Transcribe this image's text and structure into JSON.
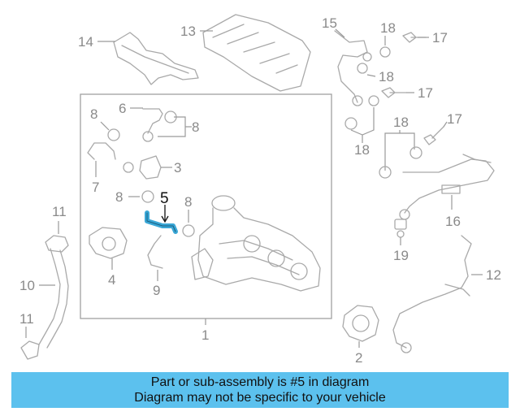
{
  "highlight_color": "#3aa7d6",
  "banner": {
    "line1": "Part or sub-assembly is #5 in diagram",
    "line2": "Diagram may not be specific to your vehicle",
    "color": "#5cc1ee"
  },
  "callouts": {
    "c1": "1",
    "c2": "2",
    "c3": "3",
    "c4": "4",
    "c5": "5",
    "c6": "6",
    "c7": "7",
    "c8a": "8",
    "c8b": "8",
    "c8c": "8",
    "c8d": "8",
    "c9": "9",
    "c10": "10",
    "c11a": "11",
    "c11b": "11",
    "c12": "12",
    "c13": "13",
    "c14": "14",
    "c15": "15",
    "c16": "16",
    "c17a": "17",
    "c17b": "17",
    "c17c": "17",
    "c18a": "18",
    "c18b": "18",
    "c18c": "18",
    "c18d": "18",
    "c19": "19"
  }
}
